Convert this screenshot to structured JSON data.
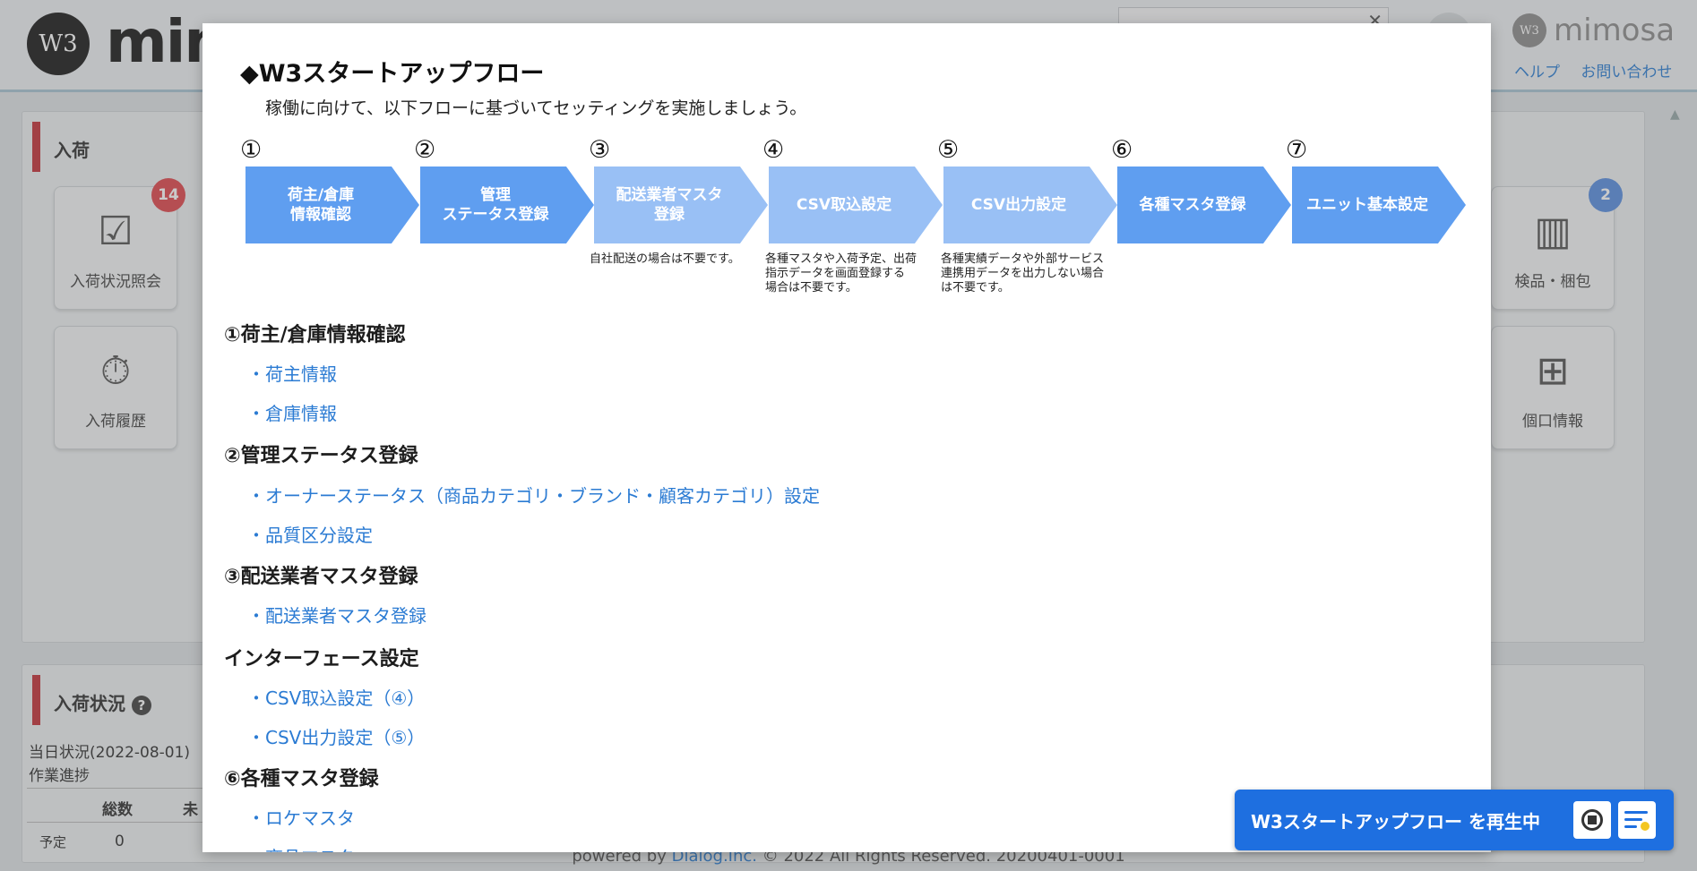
{
  "background": {
    "logo_mark": "W3",
    "logo_text": "mim",
    "brand_mark": "W3",
    "brand_name": "mimosa",
    "header_links": [
      "ヘルプ",
      "お問い合わせ"
    ],
    "panel1_title": "入荷",
    "tiles": [
      {
        "label": "入荷状況照会",
        "icon": "checklist-icon",
        "badge": "14",
        "badge_color": "#e0494f"
      },
      {
        "label": "入荷履歴",
        "icon": "receipt-history-icon"
      },
      {
        "label": "検品・梱包",
        "icon": "barcode-search-icon",
        "badge": "2",
        "badge_color": "#5b8fe0"
      },
      {
        "label": "個口情報",
        "icon": "package-add-icon"
      }
    ],
    "panel2_title": "入荷状況",
    "status_date": "当日状況(2022-08-01)",
    "progress_label": "作業進捗",
    "table_header_total": "総数",
    "table_header_unfinished": "未",
    "row_label": "予定",
    "row_value": "0",
    "footer_prefix": "powered by ",
    "footer_link": "Dialog.Inc.",
    "footer_suffix": " © 2022 All Rights Reserved. 20200401-0001"
  },
  "modal": {
    "title": "◆W3スタートアップフロー",
    "subtitle": "稼働に向けて、以下フローに基づいてセッティングを実施しましょう。",
    "steps": [
      {
        "num": "①",
        "label": "荷主/倉庫\n情報確認",
        "style": "dark"
      },
      {
        "num": "②",
        "label": "管理\nステータス登録",
        "style": "dark"
      },
      {
        "num": "③",
        "label": "配送業者マスタ\n登録",
        "style": "light",
        "note": "自社配送の場合は不要です。"
      },
      {
        "num": "④",
        "label": "CSV取込設定",
        "style": "light",
        "note": "各種マスタや入荷予定、出荷\n指示データを画面登録する\n場合は不要です。"
      },
      {
        "num": "⑤",
        "label": "CSV出力設定",
        "style": "light",
        "note": "各種実績データや外部サービス\n連携用データを出力しない場合\nは不要です。"
      },
      {
        "num": "⑥",
        "label": "各種マスタ登録",
        "style": "dark"
      },
      {
        "num": "⑦",
        "label": "ユニット基本設定",
        "style": "dark"
      }
    ],
    "sections": [
      {
        "title": "①荷主/倉庫情報確認",
        "links": [
          "・荷主情報",
          "・倉庫情報"
        ]
      },
      {
        "title": "②管理ステータス登録",
        "links": [
          "・オーナーステータス（商品カテゴリ・ブランド・顧客カテゴリ）設定",
          "・品質区分設定"
        ]
      },
      {
        "title": "③配送業者マスタ登録",
        "links": [
          "・配送業者マスタ登録"
        ]
      },
      {
        "title": "インターフェース設定",
        "links": [
          "・CSV取込設定（④）",
          "・CSV出力設定（⑤）"
        ]
      },
      {
        "title": "⑥各種マスタ登録",
        "links": [
          "・ロケマスタ",
          "・商品マスタ"
        ]
      }
    ]
  },
  "playbar": {
    "text": "W3スタートアップフロー を再生中",
    "stop_icon": "stop-icon",
    "list_icon": "playlist-icon"
  },
  "colors": {
    "accent": "#1e6fe0",
    "arrow_dark": "#5f9ef0",
    "arrow_light": "#99c0f5",
    "link": "#2b7bd3",
    "panel_red": "#c4343c"
  }
}
